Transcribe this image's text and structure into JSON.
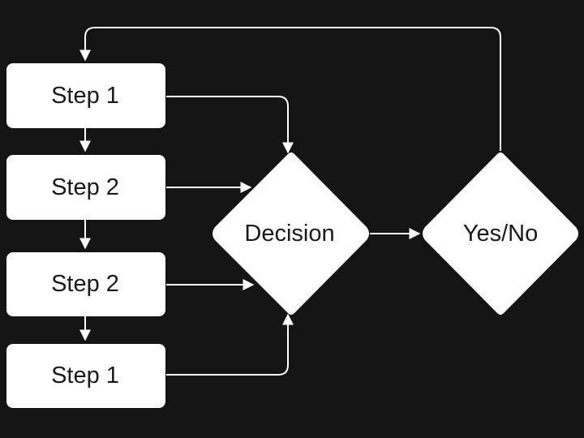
{
  "colors": {
    "background": "#141414",
    "node_fill": "#ffffff",
    "node_text": "#1a1a1a",
    "connector": "#ffffff"
  },
  "nodes": {
    "step_a": "Step 1",
    "step_b": "Step 2",
    "step_c": "Step 2",
    "step_d": "Step 1",
    "decision": "Decision",
    "yes_no": "Yes/No"
  }
}
